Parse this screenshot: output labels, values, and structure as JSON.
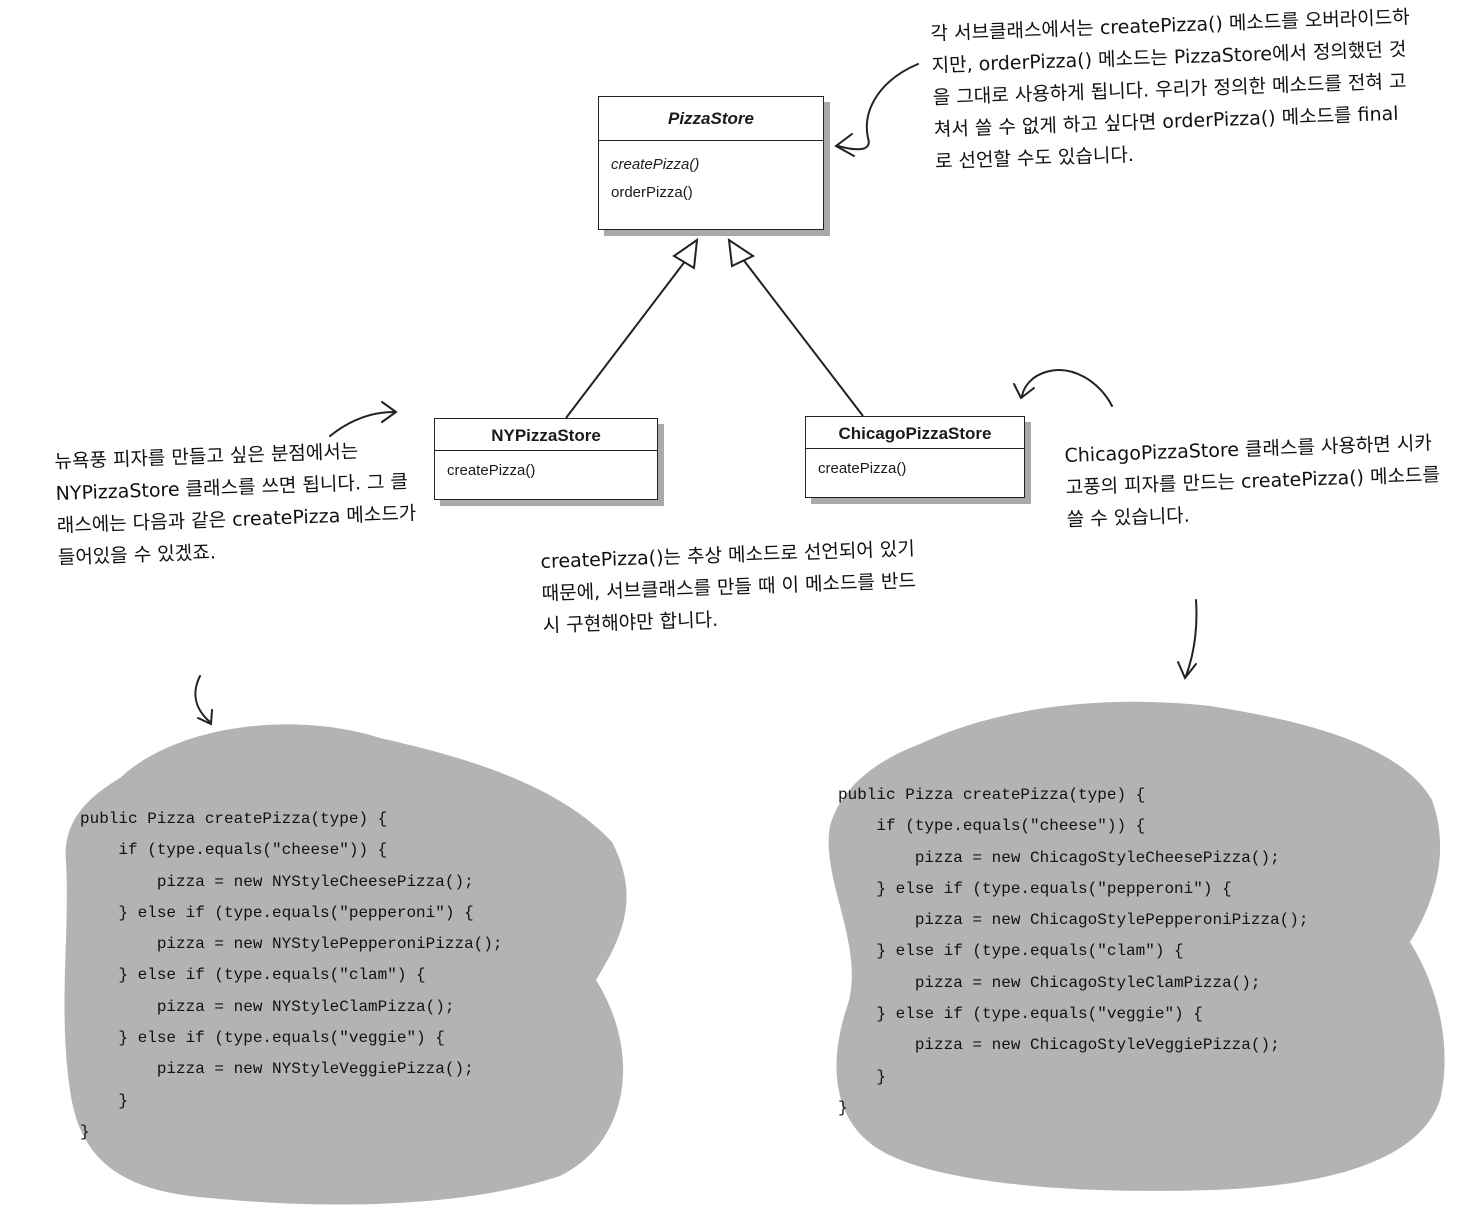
{
  "uml": {
    "pizzastore": {
      "name": "PizzaStore",
      "methods": [
        "createPizza()",
        "orderPizza()"
      ]
    },
    "ny_store": {
      "name": "NYPizzaStore",
      "methods": [
        "createPizza()"
      ]
    },
    "chicago_store": {
      "name": "ChicagoPizzaStore",
      "methods": [
        "createPizza()"
      ]
    }
  },
  "notes": {
    "top": "각 서브클래스에서는 createPizza() 메소드를 오버라이드하지만, orderPizza() 메소드는 PizzaStore에서 정의했던 것을 그대로 사용하게 됩니다. 우리가 정의한 메소드를 전혀 고쳐서 쓸 수 없게 하고 싶다면 orderPizza() 메소드를 final로 선언할 수도 있습니다.",
    "ny": "뉴욕풍 피자를 만들고 싶은 분점에서는 NYPizzaStore 클래스를 쓰면 됩니다. 그 클래스에는 다음과 같은 createPizza 메소드가 들어있을 수 있겠죠.",
    "middle": "createPizza()는 추상 메소드로 선언되어 있기 때문에, 서브클래스를 만들 때 이 메소드를 반드시 구현해야만 합니다.",
    "chicago": "ChicagoPizzaStore 클래스를 사용하면 시카고풍의 피자를 만드는 createPizza() 메소드를 쓸 수 있습니다."
  },
  "code": {
    "ny": "public Pizza createPizza(type) {\n    if (type.equals(\"cheese\")) {\n        pizza = new NYStyleCheesePizza();\n    } else if (type.equals(\"pepperoni\") {\n        pizza = new NYStylePepperoniPizza();\n    } else if (type.equals(\"clam\") {\n        pizza = new NYStyleClamPizza();\n    } else if (type.equals(\"veggie\") {\n        pizza = new NYStyleVeggiePizza();\n    }\n}",
    "chicago": "public Pizza createPizza(type) {\n    if (type.equals(\"cheese\")) {\n        pizza = new ChicagoStyleCheesePizza();\n    } else if (type.equals(\"pepperoni\") {\n        pizza = new ChicagoStylePepperoniPizza();\n    } else if (type.equals(\"clam\") {\n        pizza = new ChicagoStyleClamPizza();\n    } else if (type.equals(\"veggie\") {\n        pizza = new ChicagoStyleVeggiePizza();\n    }\n}"
  },
  "colors": {
    "blob": "#b3b3b3",
    "shadow": "#a9a9a9",
    "ink": "#1a1a1a"
  }
}
